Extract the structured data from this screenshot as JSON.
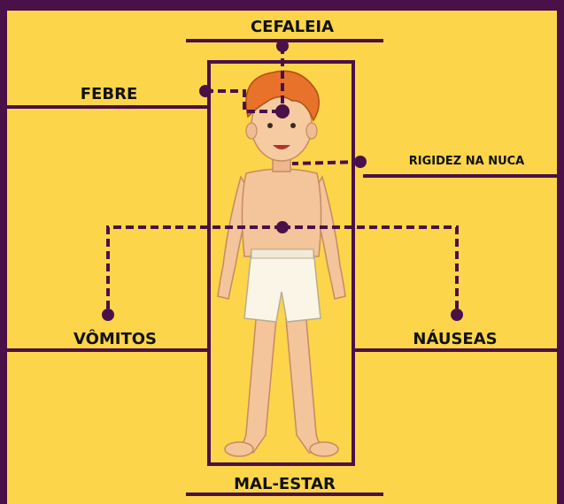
{
  "labels": {
    "cefaleia": "CEFALEIA",
    "febre": "FEBRE",
    "rigidez": "RIGIDEZ NA NUCA",
    "vomitos": "VÔMITOS",
    "nauseas": "NÁUSEAS",
    "mal_estar": "MAL-ESTAR"
  },
  "colors": {
    "background": "#fcd54a",
    "accent": "#4a1048",
    "text": "#111111"
  }
}
